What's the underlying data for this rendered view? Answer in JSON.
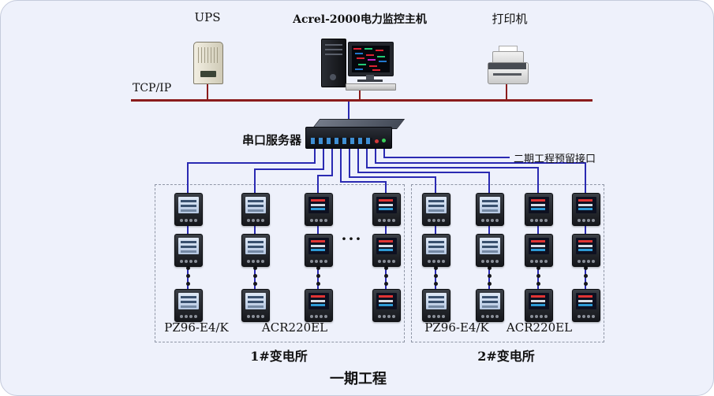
{
  "diagram": {
    "footer_label": "一期工程",
    "ellipsis_h": "···"
  },
  "top_devices": {
    "ups_label": "UPS",
    "host_label": "Acrel-2000电力监控主机",
    "printer_label": "打印机"
  },
  "network": {
    "bus_label": "TCP/IP",
    "serial_server_label": "串口服务器",
    "reserved_label": "二期工程预留接口"
  },
  "groups": [
    {
      "station_label": "1#变电所",
      "meter_labels": [
        "PZ96-E4/K",
        "ACR220EL"
      ]
    },
    {
      "station_label": "2#变电所",
      "meter_labels": [
        "PZ96-E4/K",
        "ACR220EL"
      ]
    }
  ]
}
